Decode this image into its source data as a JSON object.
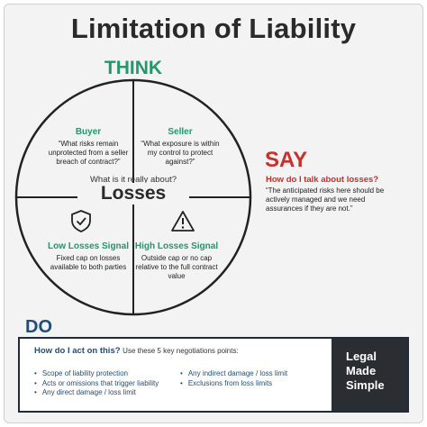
{
  "title": "Limitation of Liability",
  "think": {
    "label": "THINK",
    "center_question": "What is it really about?",
    "center_label": "Losses",
    "quadrants": [
      {
        "title": "Buyer",
        "text": "“What risks remain unprotected from a seller breach of contract?”"
      },
      {
        "title": "Seller",
        "text": "“What exposure is within my control to protect against?”"
      },
      {
        "title": "Low Losses Signal",
        "text": "Fixed cap on losses available to both parties",
        "icon": "shield-check-icon"
      },
      {
        "title": "High Losses Signal",
        "text": "Outside cap or no cap relative to the full contract value",
        "icon": "warning-triangle-icon"
      }
    ]
  },
  "say": {
    "label": "SAY",
    "question": "How do I talk about losses?",
    "text": "“The anticipated risks here should be actively managed and we need assurances if they are not.”"
  },
  "do": {
    "label": "DO",
    "question": "How do I act on this?",
    "question_note": "Use these 5 key negotiations points:",
    "points_left": [
      "Scope of liability protection",
      "Acts or omissions that trigger liability",
      "Any direct damage / loss limit"
    ],
    "points_right": [
      "Any indirect damage / loss limit",
      "Exclusions from loss limits"
    ]
  },
  "brand": {
    "line1": "Legal",
    "line2": "Made",
    "line3": "Simple"
  },
  "colors": {
    "green": "#1e9a6b",
    "red": "#c9302c",
    "navy": "#1f4e79",
    "dark": "#2a2e33"
  }
}
